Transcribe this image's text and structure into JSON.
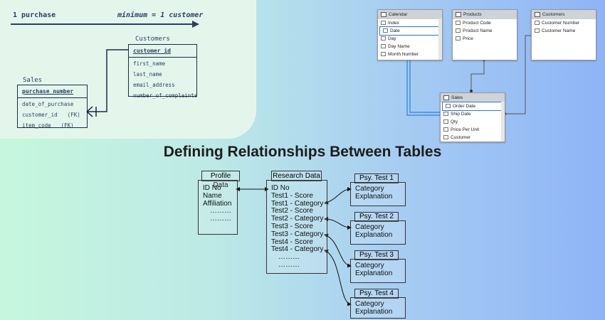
{
  "title": "Defining Relationships Between Tables",
  "sketch": {
    "arrow_left": "1 purchase",
    "arrow_right": "minimum = 1 customer",
    "customers_label": "Customers",
    "customers_fields": [
      "customer_id",
      "first_name",
      "last_name",
      "email_address",
      "number_of_complaints"
    ],
    "sales_label": "Sales",
    "sales_fields": [
      "purchase_number",
      "date_of_purchase",
      "customer_id",
      "item_code"
    ],
    "fk": "(FK)"
  },
  "model": {
    "calendar": {
      "name": "Calendar",
      "fields": [
        "Index",
        "Date",
        "Day",
        "Day Name",
        "Month Number"
      ]
    },
    "products": {
      "name": "Products",
      "fields": [
        "Product Code",
        "Product Name",
        "Price"
      ]
    },
    "customers": {
      "name": "Customers",
      "fields": [
        "Customer Number",
        "Customer Name"
      ]
    },
    "sales": {
      "name": "Sales",
      "fields": [
        "Order Date",
        "Ship Date",
        "Qty",
        "Price Per Unit",
        "Customer"
      ]
    }
  },
  "research": {
    "profile": {
      "tab": "Profile Data",
      "fields": [
        "ID No",
        "Name",
        "Affiliation",
        "………",
        "………"
      ]
    },
    "main": {
      "tab": "Research Data",
      "fields": [
        "ID No",
        "Test1 - Score",
        "Test1 - Category",
        "Test2 - Score",
        "Test2 - Category",
        "Test3 - Score",
        "Test3 - Category",
        "Test4 - Score",
        "Test4 - Category",
        "………",
        "………"
      ]
    },
    "tests": [
      {
        "tab": "Psy. Test 1",
        "fields": [
          "Category",
          "Explanation"
        ]
      },
      {
        "tab": "Psy. Test 2",
        "fields": [
          "Category",
          "Explanation"
        ]
      },
      {
        "tab": "Psy. Test 3",
        "fields": [
          "Category",
          "Explanation"
        ]
      },
      {
        "tab": "Psy. Test 4",
        "fields": [
          "Category",
          "Explanation"
        ]
      }
    ]
  }
}
